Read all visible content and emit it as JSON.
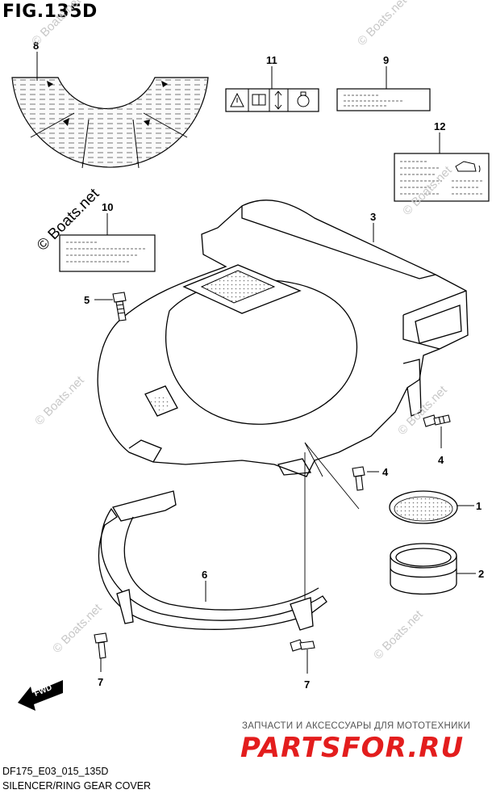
{
  "figure": {
    "title": "FIG.135D",
    "code": "DF175_E03_015_135D",
    "name": "SILENCER/RING GEAR COVER"
  },
  "watermark_text": "© Boats.net",
  "brand": {
    "tagline": "ЗАПЧАСТИ И АКСЕССУАРЫ ДЛЯ МОТОТЕХНИКИ",
    "name": "PARTSFOR.RU",
    "color": "#e31d1d"
  },
  "fwd_label": "FWD",
  "callouts": {
    "c1": "1",
    "c2": "2",
    "c3": "3",
    "c4": "4",
    "c4b": "4",
    "c5": "5",
    "c6": "6",
    "c7a": "7",
    "c7b": "7",
    "c8": "8",
    "c9": "9",
    "c10": "10",
    "c11": "11",
    "c12": "12"
  }
}
